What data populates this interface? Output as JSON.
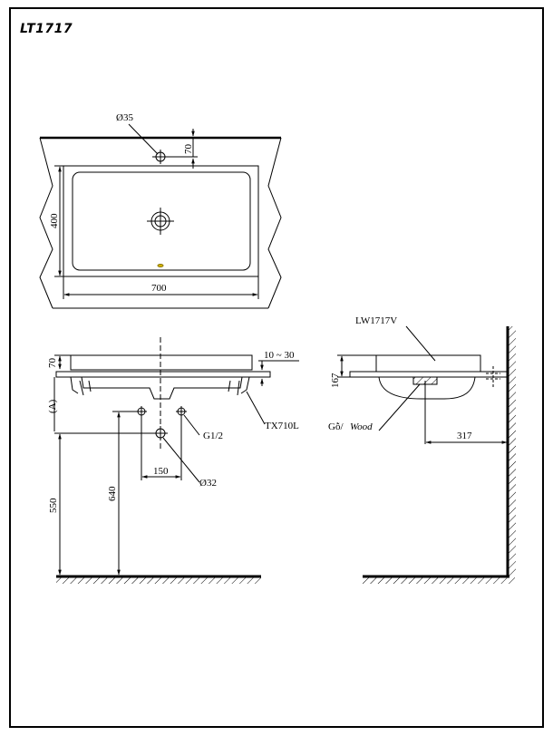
{
  "header": {
    "model_code": "LT1717"
  },
  "top_view": {
    "dia_hole": "Ø35",
    "dim_tap_offset": "70",
    "dim_depth": "400",
    "dim_width": "700"
  },
  "front_view": {
    "dim_height": "70",
    "dim_counter": "10 ~ 30",
    "label_a": "(A)",
    "label_g12": "G1/2",
    "label_tx": "TX710L",
    "dim_spacing": "150",
    "dia_drain": "Ø32",
    "dim_550": "550",
    "dim_640": "640"
  },
  "side_view": {
    "label_model": "LW1717V",
    "dim_167": "167",
    "label_wood_vi": "Gỗ/",
    "label_wood_en": "Wood",
    "dim_317": "317"
  }
}
